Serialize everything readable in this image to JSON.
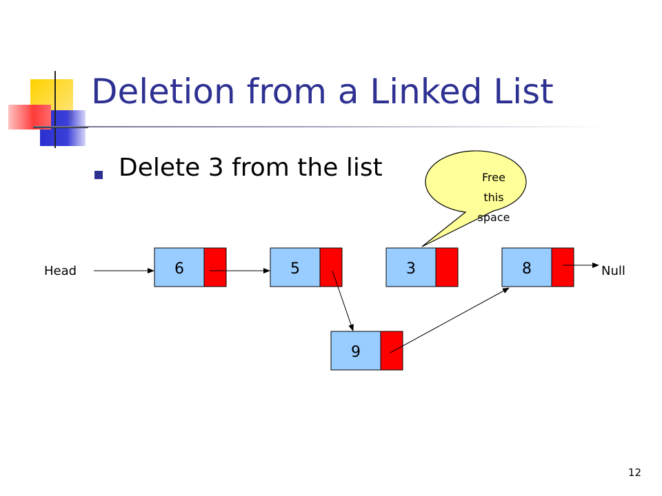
{
  "slide": {
    "title": "Deletion from a Linked List",
    "bullet": "Delete 3 from the list",
    "page_number": "12"
  },
  "diagram": {
    "head_label": "Head",
    "null_label": "Null",
    "callout_lines": [
      "Free",
      "this",
      "space"
    ],
    "nodes": [
      {
        "id": "node-6",
        "value": "6"
      },
      {
        "id": "node-5",
        "value": "5"
      },
      {
        "id": "node-3",
        "value": "3"
      },
      {
        "id": "node-8",
        "value": "8"
      },
      {
        "id": "node-9",
        "value": "9"
      }
    ],
    "colors": {
      "data_cell": "#99ccff",
      "pointer_cell": "#ff0000",
      "callout_fill": "#ffff99",
      "title": "#2e3192"
    }
  }
}
